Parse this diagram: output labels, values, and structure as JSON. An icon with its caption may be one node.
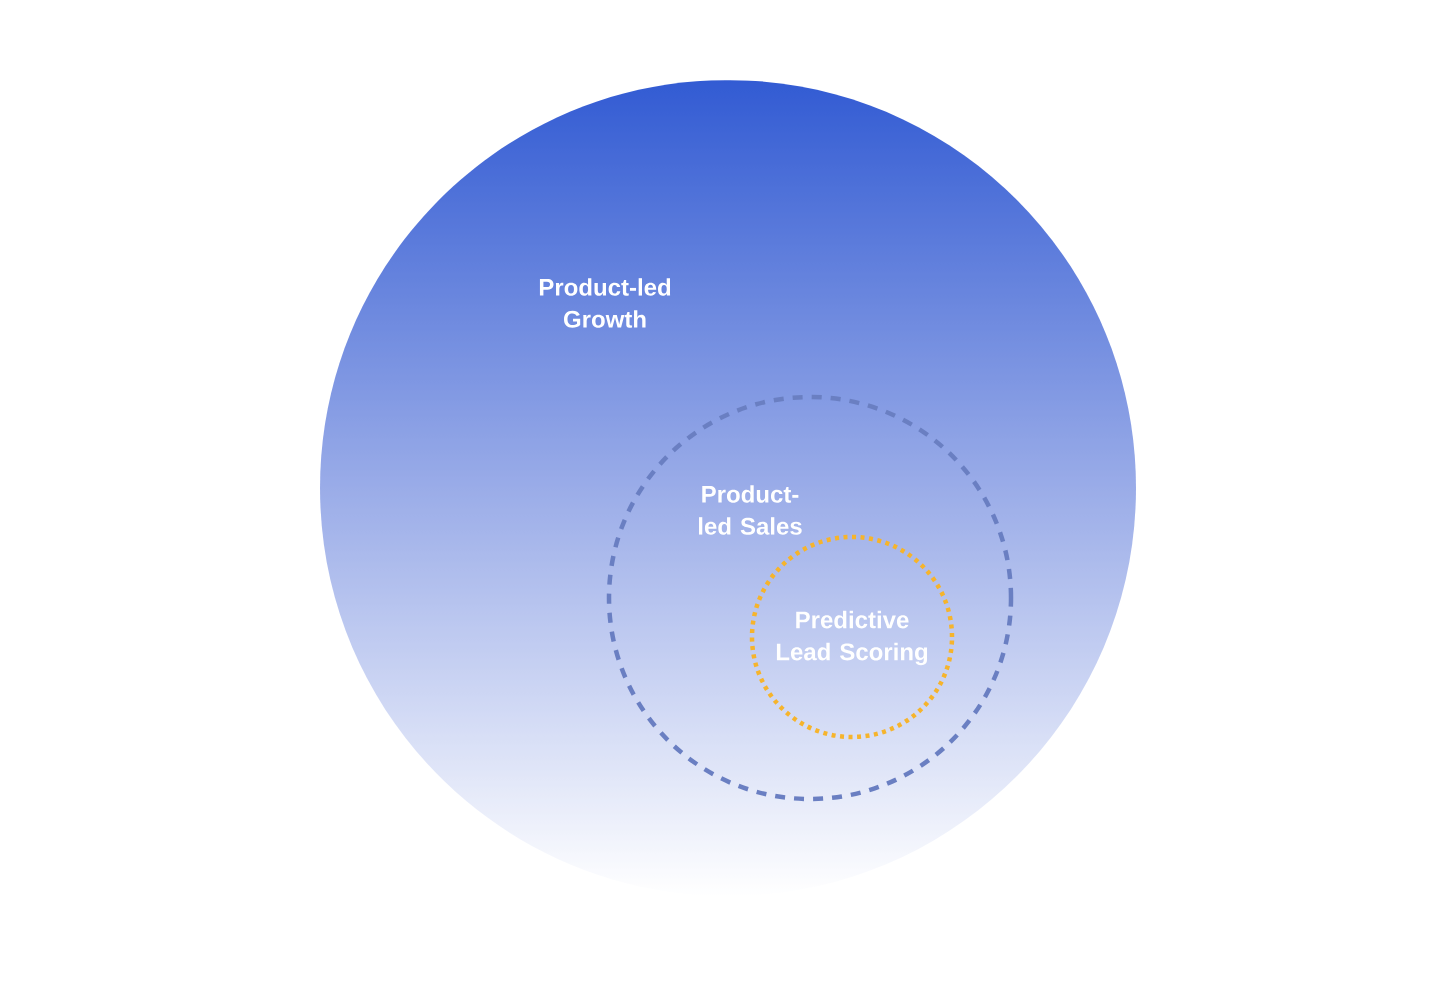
{
  "diagram": {
    "nodes": [
      {
        "text": [
          "Product-led Growth"
        ]
      },
      {
        "text": [
          "Product-led Sales"
        ],
        "in": 0
      },
      {
        "text": [
          "Predictive Lead Scoring"
        ],
        "in": 1
      }
    ]
  }
}
